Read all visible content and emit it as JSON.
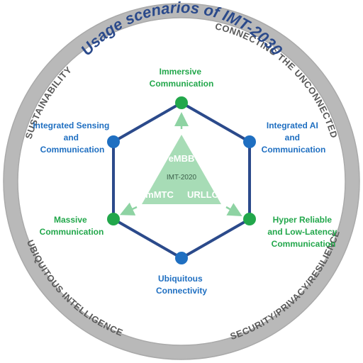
{
  "title": "Usage scenarios of IMT-2030",
  "colors": {
    "navy": "#2b4a8b",
    "green": "#22a74b",
    "blue": "#1f6fc1",
    "ring_gray": "#b9b9b9",
    "ring_text": "#595959",
    "triangle": "#a7dcb6",
    "arrow": "#8ed3a3",
    "imt2020_text": "#3c5f4a"
  },
  "ring_labels": {
    "top_left": "SUSTAINABILITY",
    "top_right": "CONNECTING THE UNCONNECTED",
    "bottom_left": "UBIQUITOUS INTELLIGENCE",
    "bottom_right": "SECURITY/PRIVACY/RESILIENCE"
  },
  "center": {
    "top": "eMBB",
    "middle": "IMT-2020",
    "left": "mMTC",
    "right": "URLLC"
  },
  "nodes": {
    "top": {
      "lines": [
        "Immersive",
        "Communication"
      ],
      "color": "green"
    },
    "upper_right": {
      "lines": [
        "Integrated AI",
        "and",
        "Communication"
      ],
      "color": "blue"
    },
    "lower_right": {
      "lines": [
        "Hyper Reliable",
        "and Low-Latency",
        "Communication"
      ],
      "color": "green"
    },
    "bottom": {
      "lines": [
        "Ubiquitous",
        "Connectivity"
      ],
      "color": "blue"
    },
    "lower_left": {
      "lines": [
        "Massive",
        "Communication"
      ],
      "color": "green"
    },
    "upper_left": {
      "lines": [
        "Integrated Sensing",
        "and",
        "Communication"
      ],
      "color": "blue"
    }
  }
}
